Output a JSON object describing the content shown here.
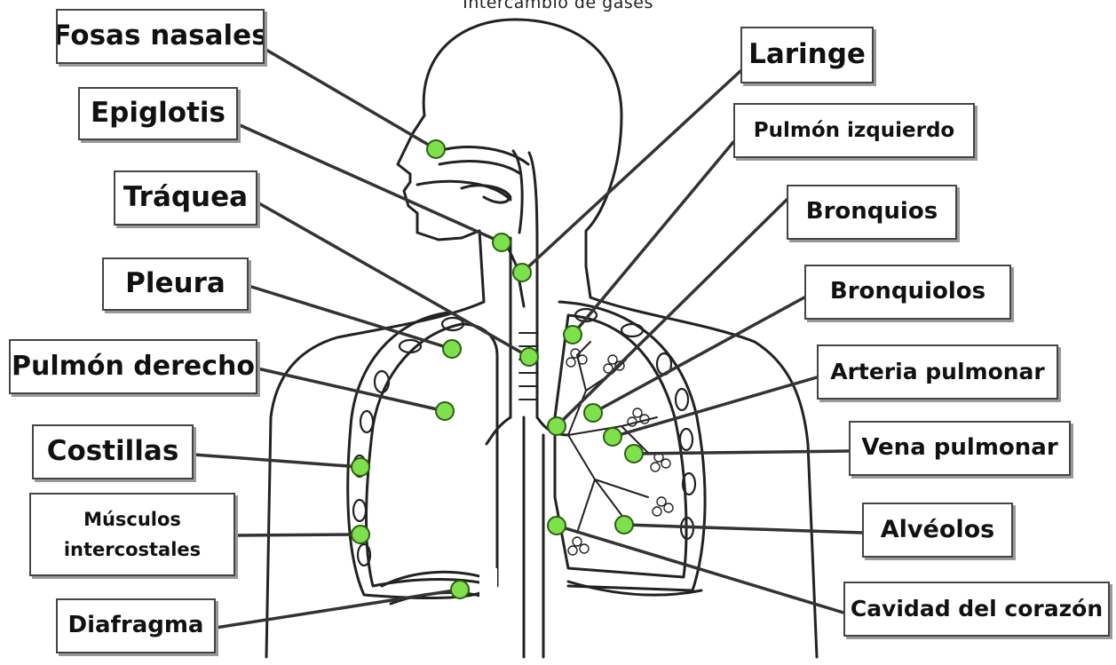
{
  "title": "Intercambio de gases",
  "colors": {
    "marker": "#7ee04a",
    "marker_stroke": "#2c5d16",
    "leader": "#333333",
    "outline": "#222222"
  },
  "labels": {
    "fosas_nasales": "Fosas nasales",
    "epiglotis": "Epiglotis",
    "traquea": "Tráquea",
    "pleura": "Pleura",
    "pulmon_derecho": "Pulmón derecho",
    "costillas": "Costillas",
    "musculos_1": "Músculos",
    "musculos_2": "intercostales",
    "diafragma": "Diafragma",
    "laringe": "Laringe",
    "pulmon_izquierdo": "Pulmón izquierdo",
    "bronquios": "Bronquios",
    "bronquiolos": "Bronquiolos",
    "arteria_pulmonar": "Arteria pulmonar",
    "vena_pulmonar": "Vena pulmonar",
    "alveolos": "Alvéolos",
    "cavidad_corazon": "Cavidad del corazón"
  }
}
